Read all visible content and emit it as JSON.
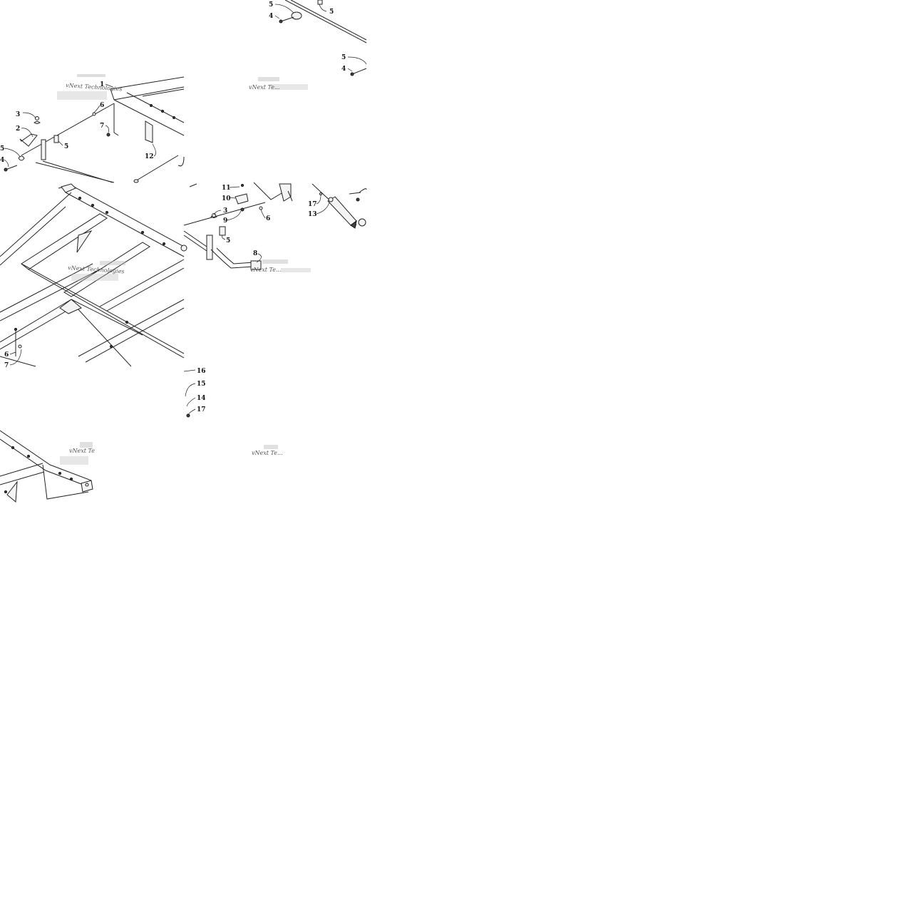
{
  "diagram": {
    "callouts": [
      {
        "id": "c-5-top-a",
        "label": "5"
      },
      {
        "id": "c-4-top-a",
        "label": "4"
      },
      {
        "id": "c-5-top-b",
        "label": "5"
      },
      {
        "id": "c-5-top-c",
        "label": "5"
      },
      {
        "id": "c-4-top-c",
        "label": "4"
      },
      {
        "id": "c-1",
        "label": "1"
      },
      {
        "id": "c-3-left",
        "label": "3"
      },
      {
        "id": "c-6-left",
        "label": "6"
      },
      {
        "id": "c-2",
        "label": "2"
      },
      {
        "id": "c-7-left",
        "label": "7"
      },
      {
        "id": "c-5-left-a",
        "label": "5"
      },
      {
        "id": "c-5-left-b",
        "label": "5"
      },
      {
        "id": "c-4-left",
        "label": "4"
      },
      {
        "id": "c-12",
        "label": "12"
      },
      {
        "id": "c-11",
        "label": "11"
      },
      {
        "id": "c-10",
        "label": "10"
      },
      {
        "id": "c-3-mid",
        "label": "3"
      },
      {
        "id": "c-9",
        "label": "9"
      },
      {
        "id": "c-6-mid",
        "label": "6"
      },
      {
        "id": "c-5-mid",
        "label": "5"
      },
      {
        "id": "c-8",
        "label": "8"
      },
      {
        "id": "c-17-right",
        "label": "17"
      },
      {
        "id": "c-13",
        "label": "13"
      },
      {
        "id": "c-6-bottom",
        "label": "6"
      },
      {
        "id": "c-7-bottom",
        "label": "7"
      },
      {
        "id": "c-16",
        "label": "16"
      },
      {
        "id": "c-15",
        "label": "15"
      },
      {
        "id": "c-14",
        "label": "14"
      },
      {
        "id": "c-17-bottom",
        "label": "17"
      }
    ],
    "watermarks": [
      {
        "id": "wm-1",
        "text": "vNext Technologies"
      },
      {
        "id": "wm-2",
        "text": "vNext Te..."
      },
      {
        "id": "wm-3",
        "text": "vNext Technologies"
      },
      {
        "id": "wm-4",
        "text": "vNext Te..."
      },
      {
        "id": "wm-5",
        "text": "vNext Te"
      },
      {
        "id": "wm-6",
        "text": "vNext Te..."
      }
    ]
  }
}
